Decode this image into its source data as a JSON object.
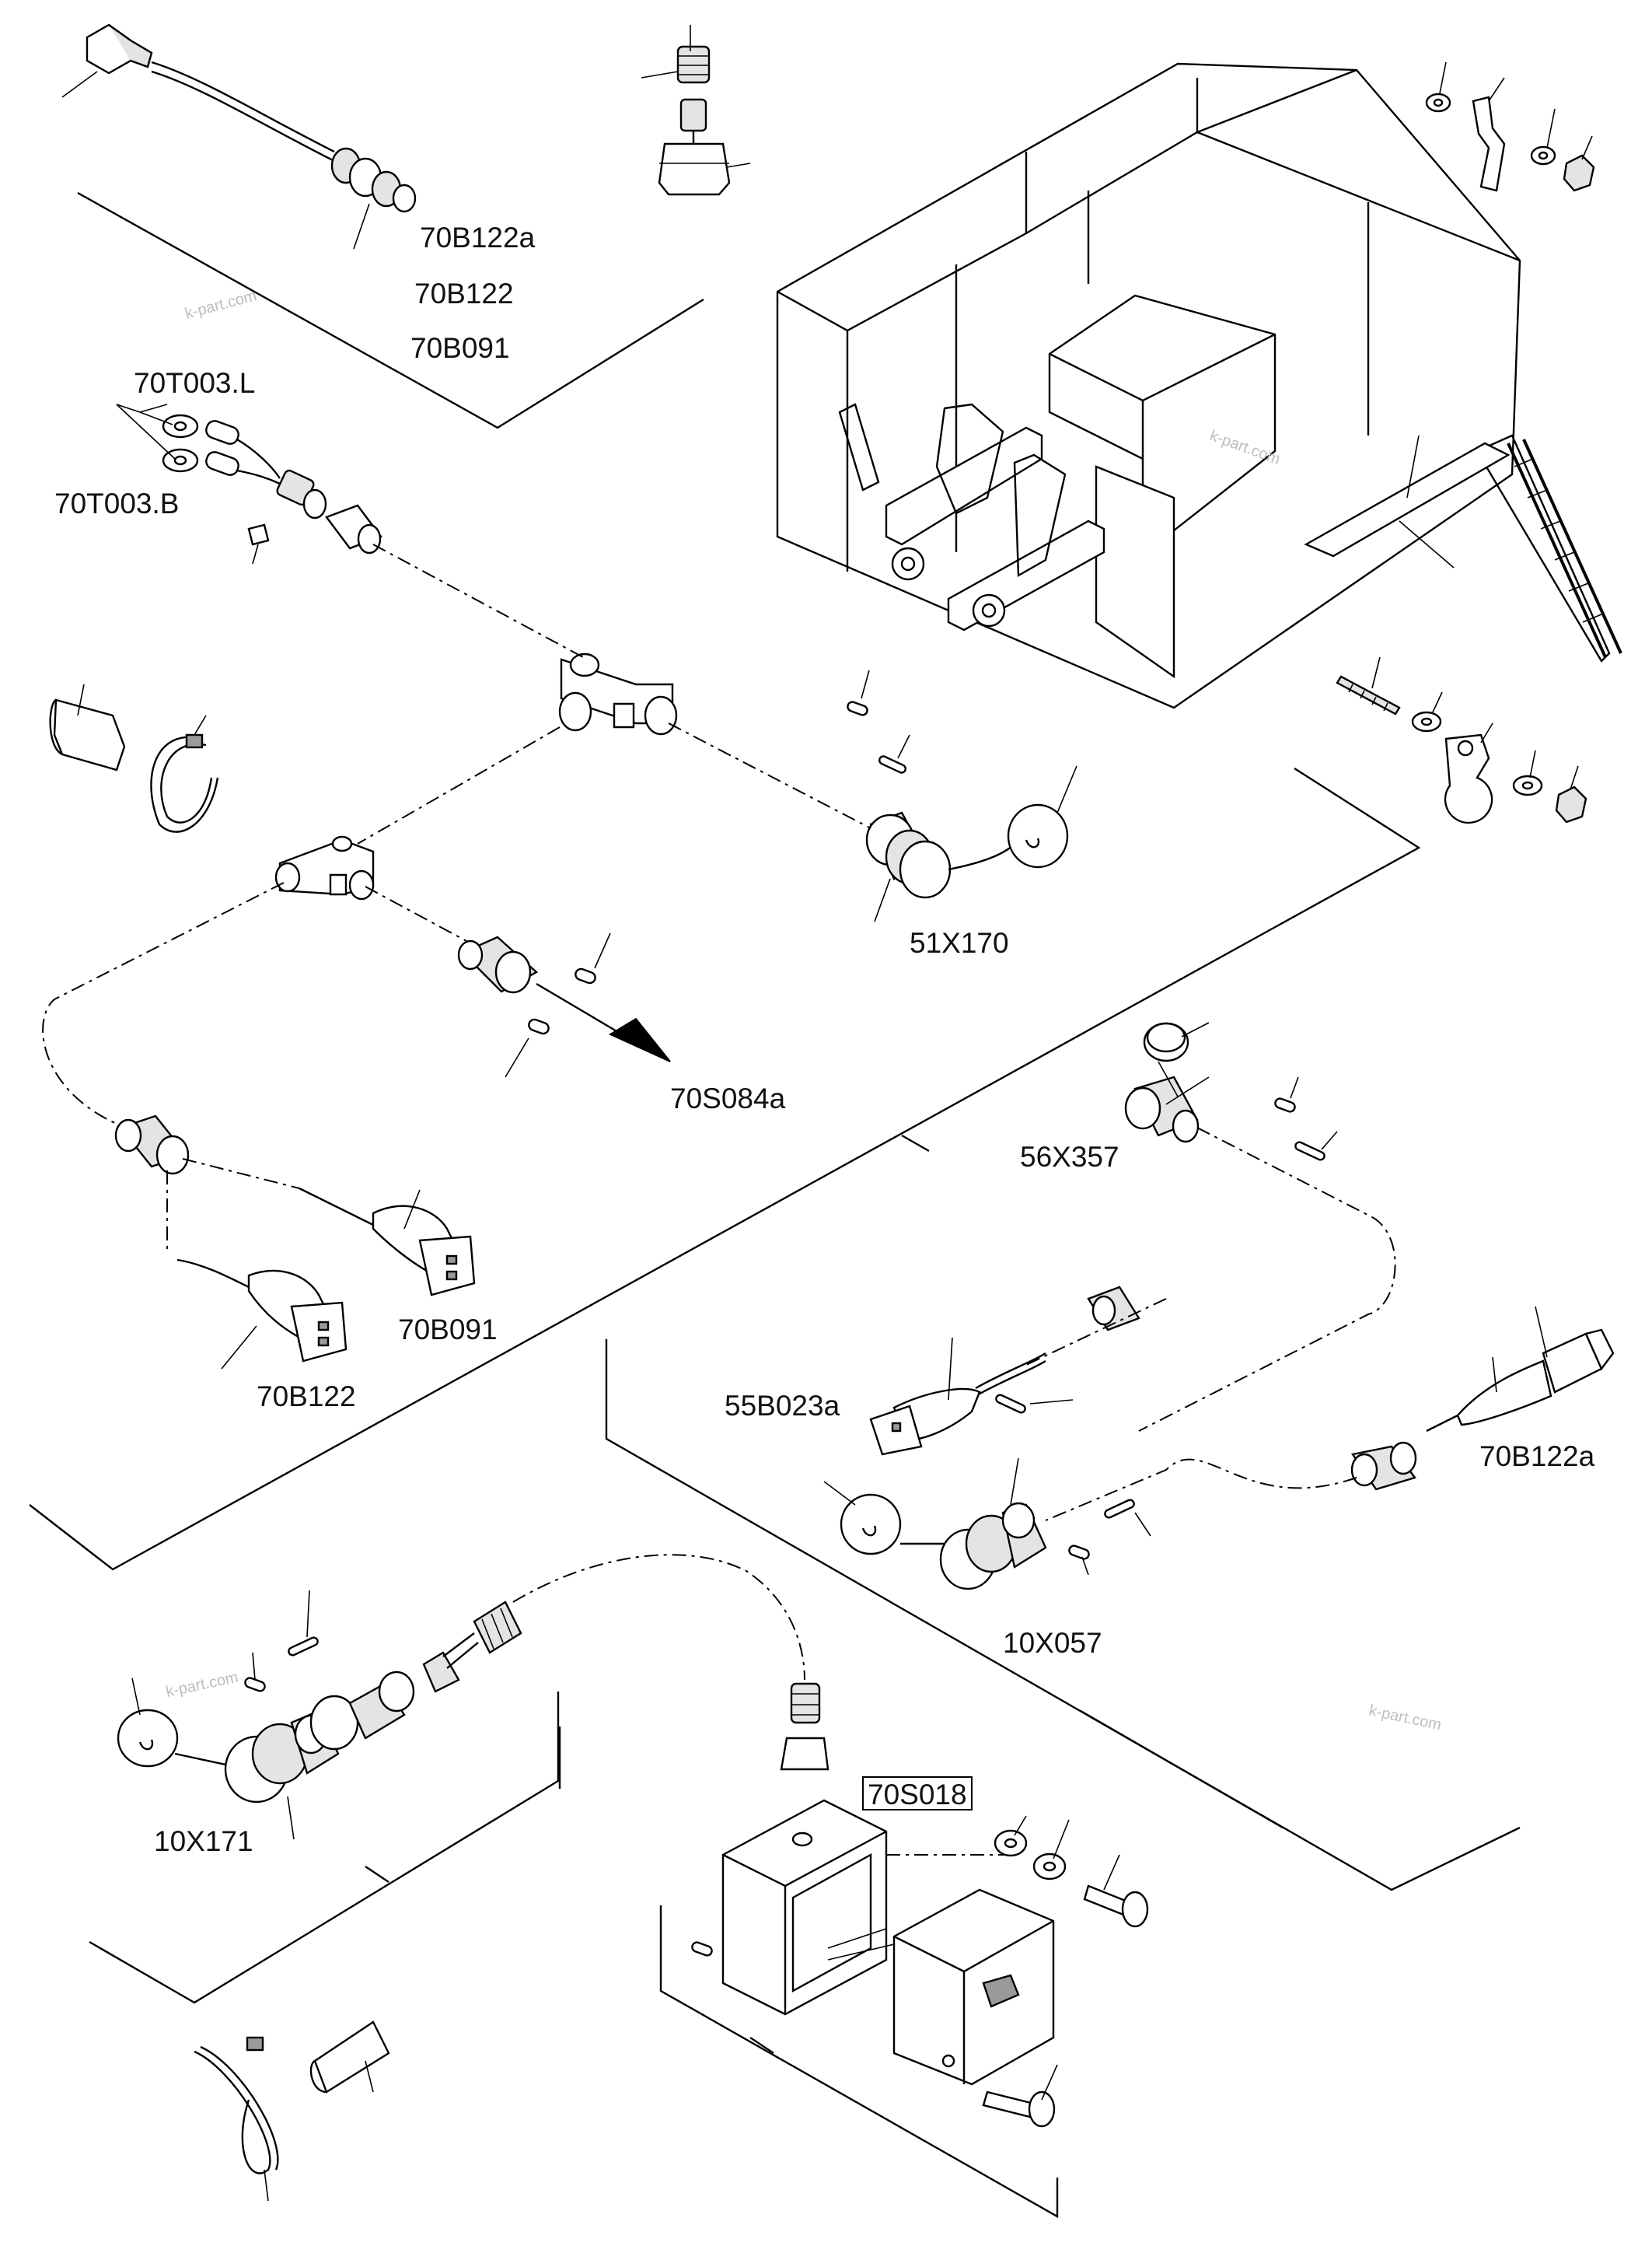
{
  "labels": {
    "l_70B122a_top": "70B122a",
    "l_70B122_top": "70B122",
    "l_70B091_top": "70B091",
    "l_70T003L": "70T003.L",
    "l_70T003B": "70T003.B",
    "l_51X170": "51X170",
    "l_70S084a": "70S084a",
    "l_56X357": "56X357",
    "l_70B091_mid": "70B091",
    "l_70B122_mid": "70B122",
    "l_55B023a": "55B023a",
    "l_70B122a_right": "70B122a",
    "l_10X057": "10X057",
    "l_10X171": "10X171",
    "l_70S018": "70S018"
  },
  "watermarks": {
    "wm1": "k-part.com",
    "wm2": "k-part.com",
    "wm3": "k-part.com",
    "wm4": "k-part.com"
  }
}
